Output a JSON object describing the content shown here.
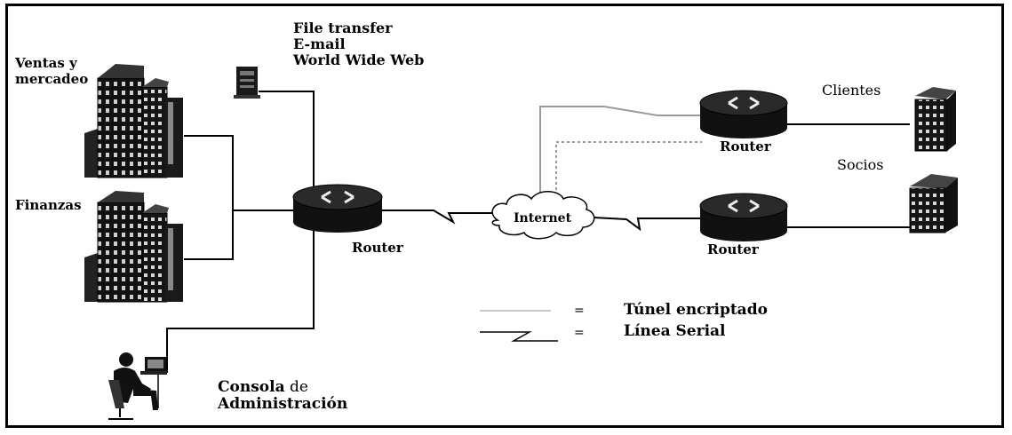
{
  "labels": {
    "ventas_line1": "Ventas y",
    "ventas_line2": "mercadeo",
    "finanzas": "Finanzas",
    "services_line1": "File transfer",
    "services_line2": "E-mail",
    "services_line3": "World  Wide Web",
    "router_main": "Router",
    "internet": "Internet",
    "router_clientes": "Router",
    "router_socios": "Router",
    "clientes": "Clientes",
    "socios": "Socios",
    "consola_word": "Consola",
    "consola_de": " de",
    "administracion": "Administración"
  },
  "legend": {
    "tunnel_sep": "=",
    "tunnel_label": "Túnel encriptado",
    "serial_sep": "=",
    "serial_label": "Línea Serial"
  },
  "icons": [
    "office-building-icon",
    "server-icon",
    "router-icon",
    "cloud-icon",
    "person-at-computer-icon"
  ],
  "colors": {
    "ink": "#000000",
    "dark_fill": "#1a1a1a",
    "tunnel": "#9a9a9a",
    "background": "#ffffff"
  }
}
